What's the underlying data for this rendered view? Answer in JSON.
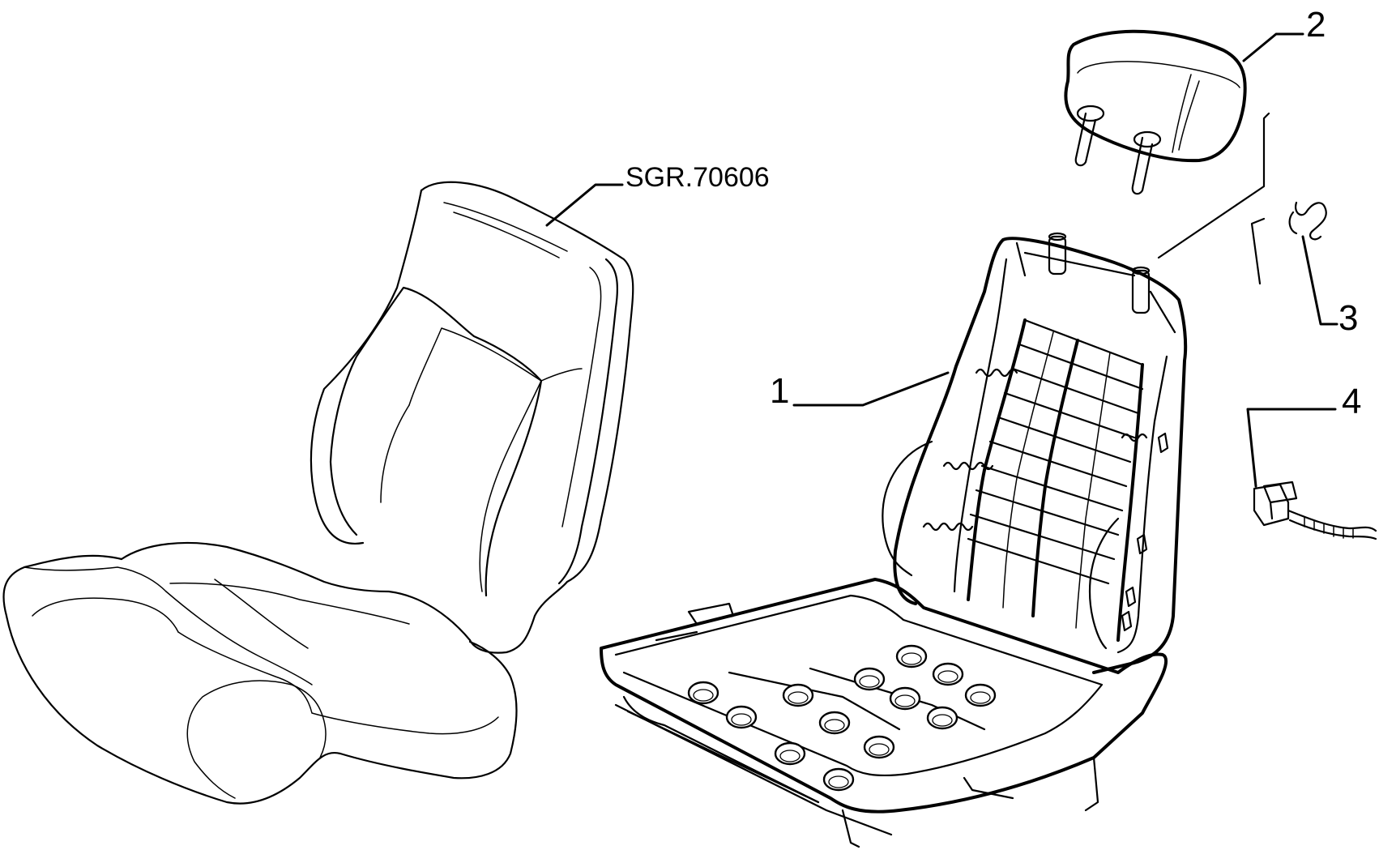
{
  "reference_code": "SGR.70606",
  "callouts": [
    "1",
    "2",
    "3",
    "4"
  ]
}
